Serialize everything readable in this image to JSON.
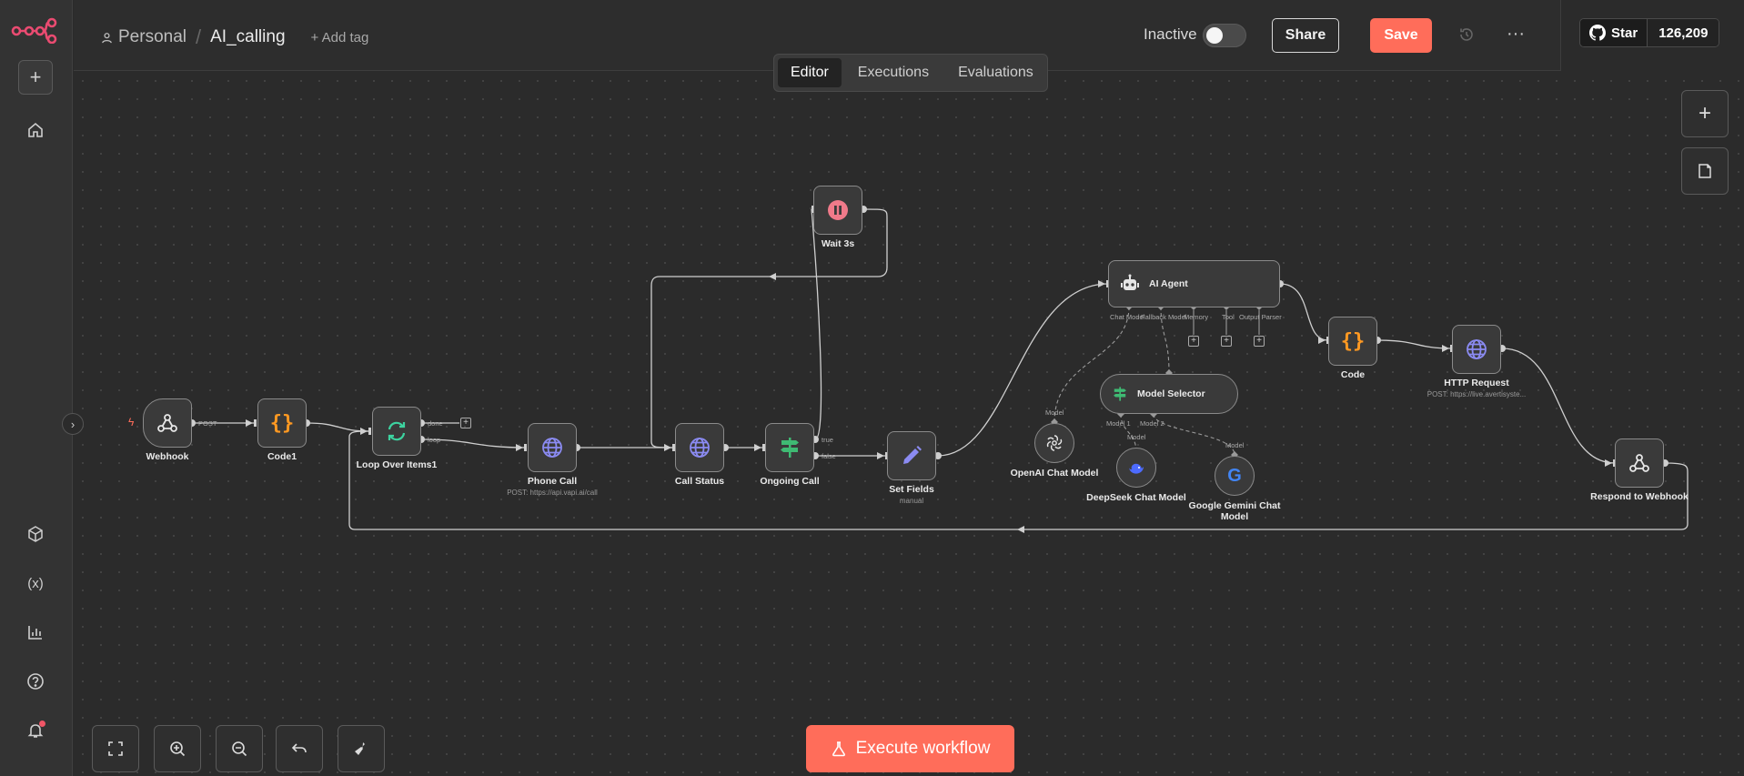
{
  "header": {
    "project": "Personal",
    "workflow_name": "AI_calling",
    "add_tag": "+ Add tag",
    "status": "Inactive",
    "share_label": "Share",
    "save_label": "Save",
    "github_star": "Star",
    "github_count": "126,209"
  },
  "tabs": [
    {
      "label": "Editor",
      "active": true
    },
    {
      "label": "Executions",
      "active": false
    },
    {
      "label": "Evaluations",
      "active": false
    }
  ],
  "nodes": {
    "webhook": {
      "label": "Webhook"
    },
    "code1": {
      "label": "Code1"
    },
    "loop": {
      "label": "Loop Over Items1"
    },
    "phone_call": {
      "label": "Phone Call",
      "sub": "POST: https://api.vapi.ai/call"
    },
    "call_status": {
      "label": "Call Status"
    },
    "ongoing_call": {
      "label": "Ongoing Call"
    },
    "wait": {
      "label": "Wait 3s"
    },
    "set_fields": {
      "label": "Set Fields",
      "sub": "manual"
    },
    "ai_agent": {
      "label": "AI Agent"
    },
    "model_selector": {
      "label": "Model Selector"
    },
    "openai": {
      "label": "OpenAI Chat Model"
    },
    "deepseek": {
      "label": "DeepSeek Chat Model"
    },
    "gemini": {
      "label": "Google Gemini Chat Model"
    },
    "code": {
      "label": "Code"
    },
    "http": {
      "label": "HTTP Request",
      "sub": "POST: https://live.avertisyste..."
    },
    "respond": {
      "label": "Respond to Webhook"
    }
  },
  "edge_labels": {
    "post": "POST",
    "done": "done",
    "loop": "loop",
    "true": "true",
    "false": "false",
    "chat_model": "Chat Model",
    "fallback_model": "Fallback Model",
    "memory": "Memory",
    "tool": "Tool",
    "output_parser": "Output Parser",
    "model": "Model",
    "model1": "Model 1",
    "model2": "Model 2"
  },
  "footer": {
    "execute_label": "Execute workflow"
  },
  "colors": {
    "accent": "#ff6d5a",
    "canvas": "#2b2b2b",
    "node_fill": "#3a3a3a",
    "node_border": "#8a8a8a"
  }
}
